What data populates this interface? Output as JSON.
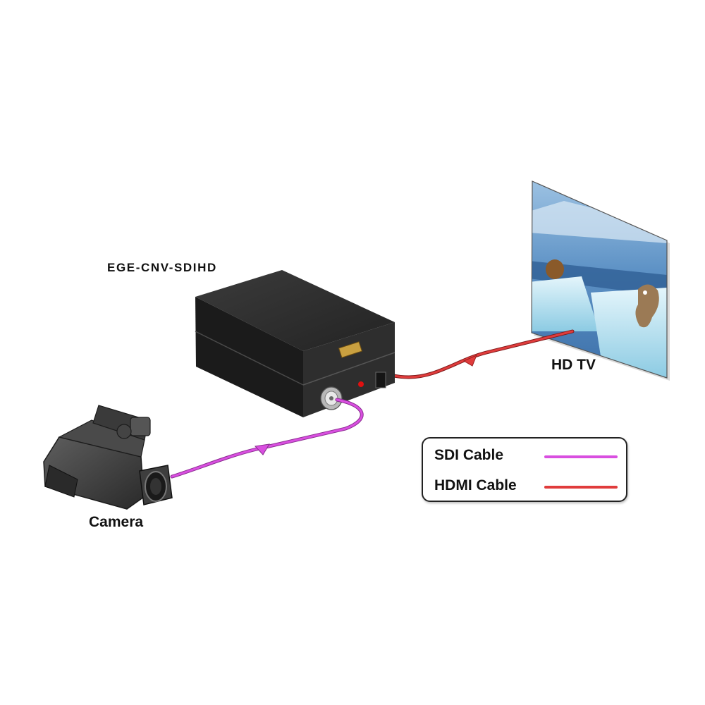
{
  "labels": {
    "device": "EGE-CNV-SDIHD",
    "tv": "HD TV",
    "camera": "Camera"
  },
  "legend": {
    "items": [
      {
        "label": "SDI Cable",
        "color": "#d94fe0"
      },
      {
        "label": "HDMI Cable",
        "color": "#e03c3c"
      }
    ]
  },
  "colors": {
    "sdi_cable": "#d94fe0",
    "hdmi_cable": "#e03c3c",
    "device_body": "#2a2a2a",
    "led": "#e01010"
  },
  "icons": [
    "camcorder-icon",
    "converter-box-icon",
    "tv-screen-icon",
    "bnc-connector-icon",
    "hdmi-port-icon",
    "power-jack-icon"
  ]
}
